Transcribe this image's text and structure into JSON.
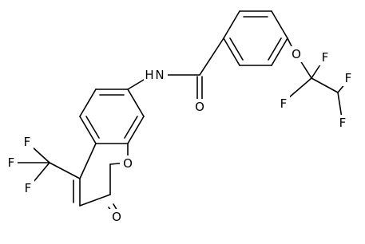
{
  "molecule": {
    "atoms": {
      "N": "N",
      "H": "H",
      "O_amide": "O",
      "O_ether": "O",
      "O_ring": "O",
      "O_lactone": "O",
      "F1": "F",
      "F2": "F",
      "F3": "F",
      "F4": "F",
      "F5": "F",
      "F6": "F",
      "F7": "F"
    }
  }
}
